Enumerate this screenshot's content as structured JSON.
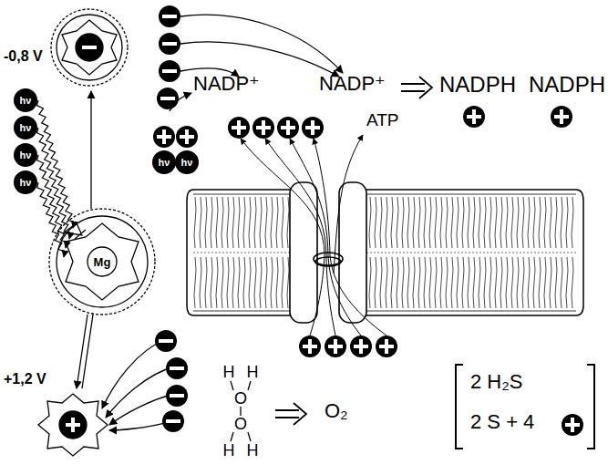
{
  "diagram": {
    "labels": [
      "-0,8 V",
      "NADP⁺",
      "NADP⁺",
      "NADPH",
      "NADPH",
      "ATP",
      "+1,2 V",
      "O₂",
      "2 H₂S",
      "2 S + 4",
      "Mg",
      "hν",
      "hν",
      "hν",
      "hν",
      "hν",
      "hν",
      "H",
      "H",
      "O",
      "O",
      "H",
      "H"
    ]
  }
}
